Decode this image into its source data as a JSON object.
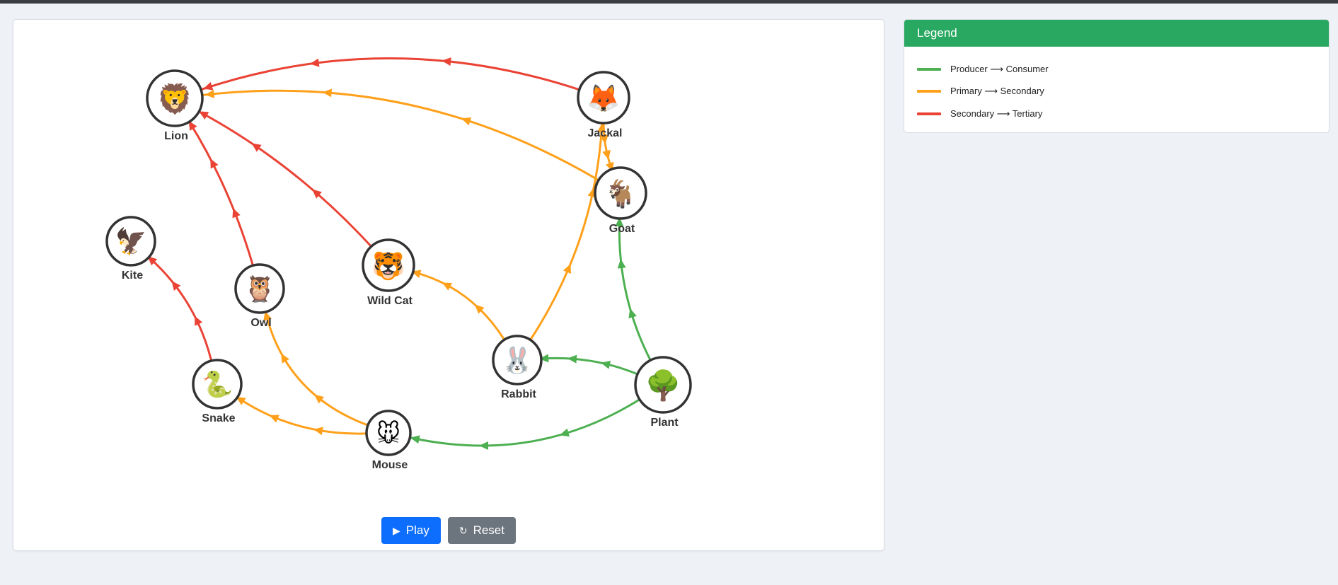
{
  "colors": {
    "producer": "#4caf50",
    "primary": "#ffa01a",
    "secondary": "#ea4335"
  },
  "nodes": [
    {
      "id": "lion",
      "label": "Lion",
      "emoji": "🦁",
      "icon": "lion-icon"
    },
    {
      "id": "jackal",
      "label": "Jackal",
      "emoji": "🦊",
      "icon": "jackal-icon"
    },
    {
      "id": "goat",
      "label": "Goat",
      "emoji": "🐐",
      "icon": "goat-icon"
    },
    {
      "id": "kite",
      "label": "Kite",
      "emoji": "🦅",
      "icon": "kite-icon"
    },
    {
      "id": "owl",
      "label": "Owl",
      "emoji": "🦉",
      "icon": "owl-icon"
    },
    {
      "id": "wildcat",
      "label": "Wild Cat",
      "emoji": "🐯",
      "icon": "wild-cat-icon"
    },
    {
      "id": "rabbit",
      "label": "Rabbit",
      "emoji": "🐰",
      "icon": "rabbit-icon"
    },
    {
      "id": "plant",
      "label": "Plant",
      "emoji": "🌳",
      "icon": "plant-icon"
    },
    {
      "id": "snake",
      "label": "Snake",
      "emoji": "🐍",
      "icon": "snake-icon"
    },
    {
      "id": "mouse",
      "label": "Mouse",
      "emoji": "🐭",
      "icon": "mouse-icon"
    }
  ],
  "edges": [
    {
      "from": "plant",
      "to": "goat",
      "level": "producer"
    },
    {
      "from": "plant",
      "to": "rabbit",
      "level": "producer"
    },
    {
      "from": "plant",
      "to": "mouse",
      "level": "producer"
    },
    {
      "from": "goat",
      "to": "lion",
      "level": "primary"
    },
    {
      "from": "jackal",
      "to": "goat",
      "level": "primary"
    },
    {
      "from": "rabbit",
      "to": "jackal",
      "level": "primary"
    },
    {
      "from": "rabbit",
      "to": "wildcat",
      "level": "primary"
    },
    {
      "from": "mouse",
      "to": "owl",
      "level": "primary"
    },
    {
      "from": "mouse",
      "to": "snake",
      "level": "primary"
    },
    {
      "from": "jackal",
      "to": "lion",
      "level": "secondary"
    },
    {
      "from": "wildcat",
      "to": "lion",
      "level": "secondary"
    },
    {
      "from": "owl",
      "to": "lion",
      "level": "secondary"
    },
    {
      "from": "snake",
      "to": "kite",
      "level": "secondary"
    }
  ],
  "controls": {
    "play_label": "Play",
    "play_icon": "play-icon",
    "reset_label": "Reset",
    "reset_icon": "reset-icon"
  },
  "legend": {
    "title": "Legend",
    "items": [
      {
        "label": "Producer ⟶ Consumer",
        "level": "producer"
      },
      {
        "label": "Primary ⟶ Secondary",
        "level": "primary"
      },
      {
        "label": "Secondary ⟶ Tertiary",
        "level": "secondary"
      }
    ]
  }
}
